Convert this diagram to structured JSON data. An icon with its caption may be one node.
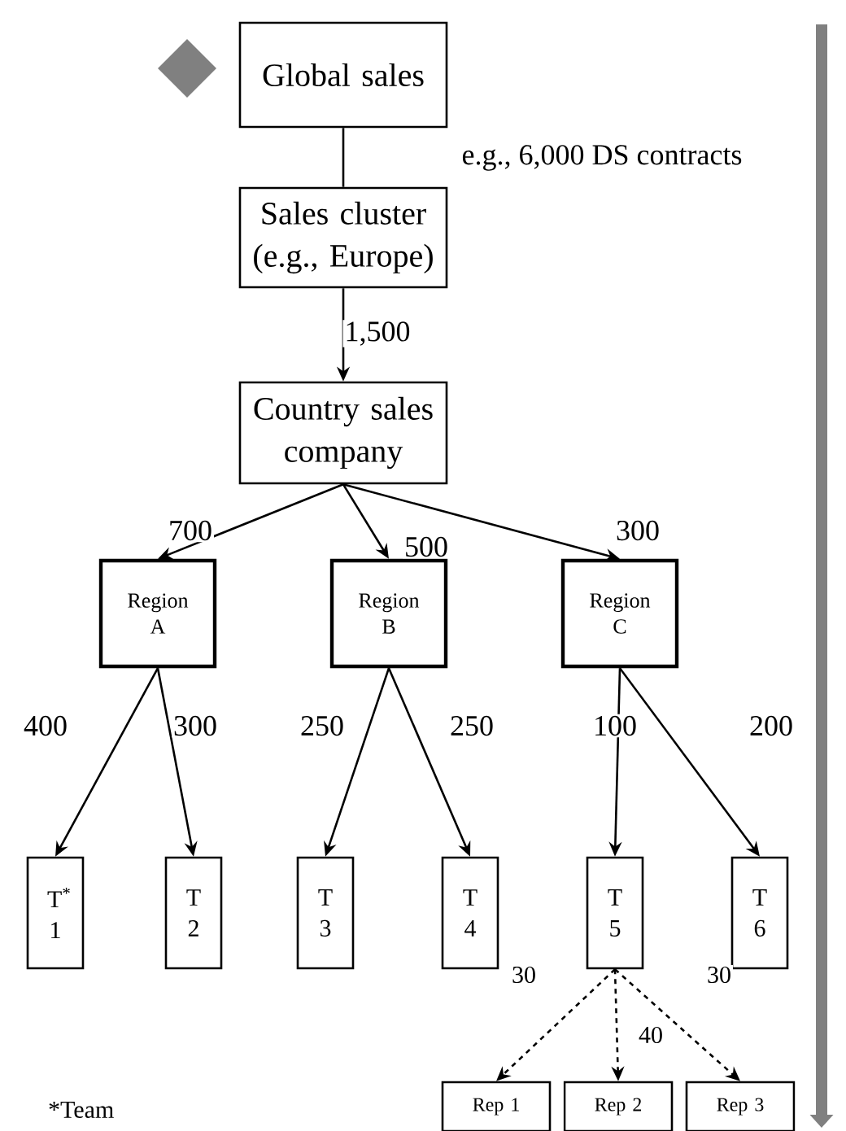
{
  "diagram": {
    "nodes": [
      {
        "text": [
          "Global sales"
        ]
      },
      {
        "text": [
          "Sales cluster (e.g., Europe)"
        ]
      },
      {
        "text": [
          "Country sales company"
        ]
      },
      {
        "text": [
          "Region A"
        ]
      },
      {
        "text": [
          "Region B"
        ]
      },
      {
        "text": [
          "Region C"
        ]
      },
      {
        "text": [
          "T$^{*}$ 1"
        ]
      },
      {
        "text": [
          "T 2"
        ]
      },
      {
        "text": [
          "T 3"
        ]
      },
      {
        "text": [
          "T 4"
        ]
      },
      {
        "text": [
          "T 5"
        ]
      },
      {
        "text": [
          "T 6"
        ]
      },
      {
        "text": [
          "Rep 1"
        ]
      },
      {
        "text": [
          "Rep 2"
        ]
      },
      {
        "text": [
          "Rep 3"
        ]
      }
    ],
    "edges": [
      {
        "from": 0,
        "to": 1,
        "arrow": "none",
        "label": "e.g., 6,000 DS contracts"
      },
      {
        "from": 1,
        "to": 2,
        "arrow": "to",
        "label": "1,500"
      },
      {
        "from": 2,
        "to": 3,
        "arrow": "to",
        "label": "700"
      },
      {
        "from": 2,
        "to": 4,
        "arrow": "to",
        "label": "500"
      },
      {
        "from": 2,
        "to": 5,
        "arrow": "to",
        "label": "300"
      },
      {
        "from": 3,
        "to": 6,
        "arrow": "to",
        "label": "400"
      },
      {
        "from": 3,
        "to": 7,
        "arrow": "to",
        "label": "300"
      },
      {
        "from": 4,
        "to": 8,
        "arrow": "to",
        "label": "250"
      },
      {
        "from": 4,
        "to": 9,
        "arrow": "to",
        "label": "250"
      },
      {
        "from": 5,
        "to": 10,
        "arrow": "to",
        "label": "100"
      },
      {
        "from": 5,
        "to": 11,
        "arrow": "to",
        "label": "200"
      },
      {
        "from": 10,
        "to": 12,
        "arrow": "to",
        "label": "30",
        "style": "dashed"
      },
      {
        "from": 10,
        "to": 13,
        "arrow": "to",
        "label": "40",
        "style": "dashed"
      },
      {
        "from": 10,
        "to": 14,
        "arrow": "to",
        "label": "30",
        "style": "dashed"
      }
    ],
    "labels": [
      "*Team"
    ]
  }
}
